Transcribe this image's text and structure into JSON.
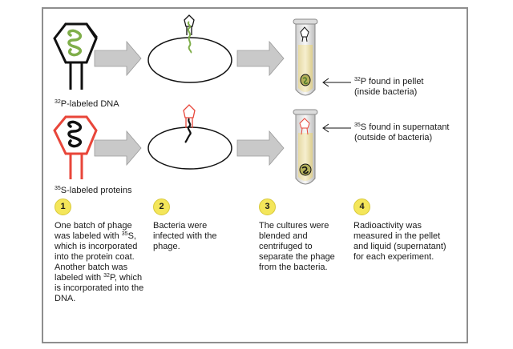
{
  "labels": {
    "dna_label": {
      "sup": "32",
      "text": "P-labeled DNA"
    },
    "protein_label": {
      "sup": "35",
      "text": "S-labeled proteins"
    }
  },
  "results": {
    "pellet": {
      "sup": "32",
      "line1": "P found in pellet",
      "line2": "(inside bacteria)"
    },
    "supernatant": {
      "sup": "35",
      "line1": "S found in supernatant",
      "line2": "(outside of bacteria)"
    }
  },
  "steps": [
    {
      "number": "1"
    },
    {
      "number": "2",
      "text": "Bacteria were infected with the phage."
    },
    {
      "number": "3",
      "text": "The cultures were blended and centrifuged to separate the phage from the bacteria."
    },
    {
      "number": "4",
      "text": "Radioactivity was measured in the pellet and liquid (supernatant) for each experiment."
    }
  ],
  "step1": {
    "a": "One batch of phage was labeled with",
    "sup1": "35",
    "b": "S, which is incorporated into the protein coat. Another batch was labeled with",
    "sup2": "32",
    "c": "P, which is incorporated into the DNA."
  },
  "colors": {
    "dna_green": "#7fae4a",
    "protein_red": "#e8463a",
    "arrow_gray": "#c9c9c9",
    "badge_yellow": "#f4e65a",
    "frame_gray": "#8e8e8e"
  }
}
